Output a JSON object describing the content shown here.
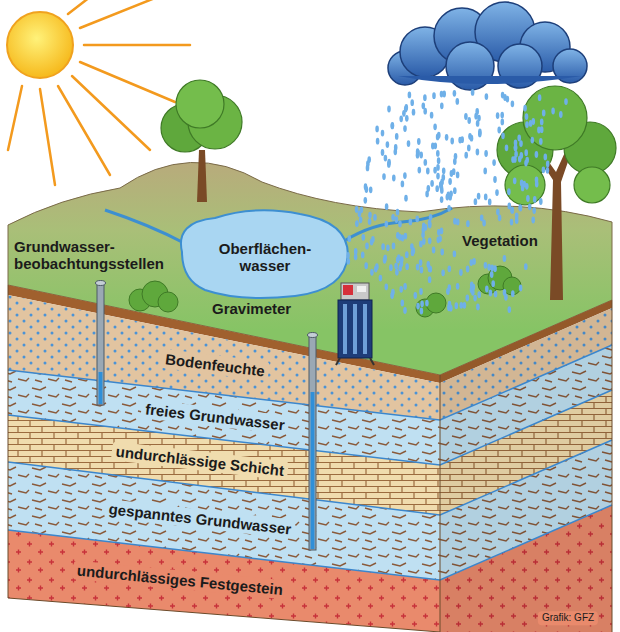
{
  "diagram": {
    "labels": [
      "Grundwasser- beobachtungsstellen",
      "Oberflächen- wasser",
      "Gravimeter",
      "Vegetation",
      "Bodenfeuchte",
      "freies Grundwasser",
      "undurchlässige Schicht",
      "gespanntes Grundwasser",
      "undurchlässiges Festgestein",
      "Grafik: GFZ"
    ]
  }
}
